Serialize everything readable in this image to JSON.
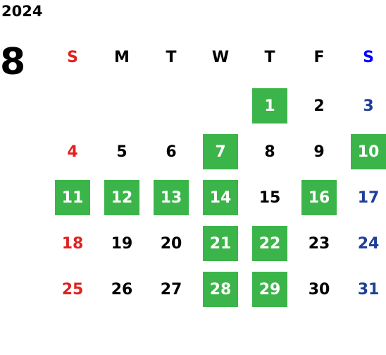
{
  "year": "2024",
  "month": "8",
  "weekdays": [
    "S",
    "M",
    "T",
    "W",
    "T",
    "F",
    "S"
  ],
  "weeks": [
    [
      "",
      "",
      "",
      "",
      "1",
      "2",
      "3"
    ],
    [
      "4",
      "5",
      "6",
      "7",
      "8",
      "9",
      "10"
    ],
    [
      "11",
      "12",
      "13",
      "14",
      "15",
      "16",
      "17"
    ],
    [
      "18",
      "19",
      "20",
      "21",
      "22",
      "23",
      "24"
    ],
    [
      "25",
      "26",
      "27",
      "28",
      "29",
      "30",
      "31"
    ]
  ],
  "highlighted_days": [
    "1",
    "7",
    "10",
    "11",
    "12",
    "13",
    "14",
    "16",
    "21",
    "22",
    "28",
    "29"
  ],
  "colors": {
    "sunday": "#e0221f",
    "saturday": "#1f3f99",
    "saturday_header": "#0000ff",
    "highlight": "#3bb54a"
  }
}
